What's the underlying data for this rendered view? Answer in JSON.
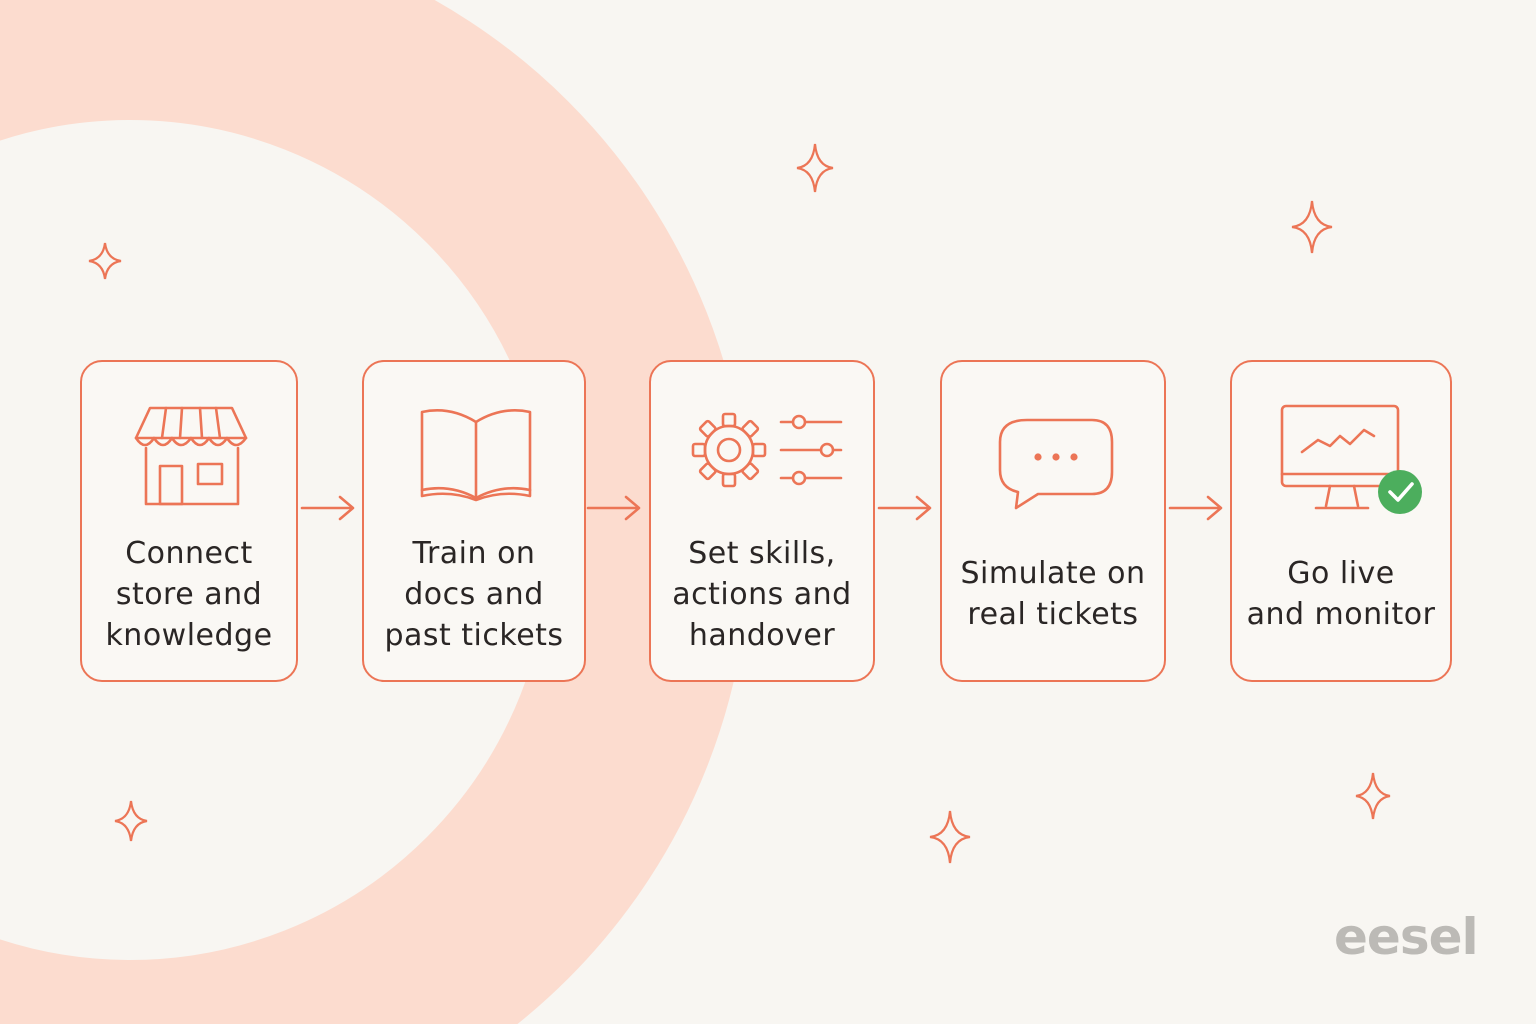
{
  "steps": [
    {
      "label": "Connect\nstore and\nknowledge",
      "icon": "storefront-icon"
    },
    {
      "label": "Train on\ndocs and\npast tickets",
      "icon": "open-book-icon"
    },
    {
      "label": "Set skills,\nactions and\nhandover",
      "icon": "gear-sliders-icon"
    },
    {
      "label": "Simulate on\nreal tickets",
      "icon": "chat-bubble-icon"
    },
    {
      "label": "Go live\nand monitor",
      "icon": "monitor-check-icon"
    }
  ],
  "brand": "eesel",
  "colors": {
    "accent": "#ec7556",
    "background": "#f8f6f2",
    "ring": "#fcdccf",
    "check": "#4cae5d",
    "brand_gray": "#bcbab6"
  }
}
